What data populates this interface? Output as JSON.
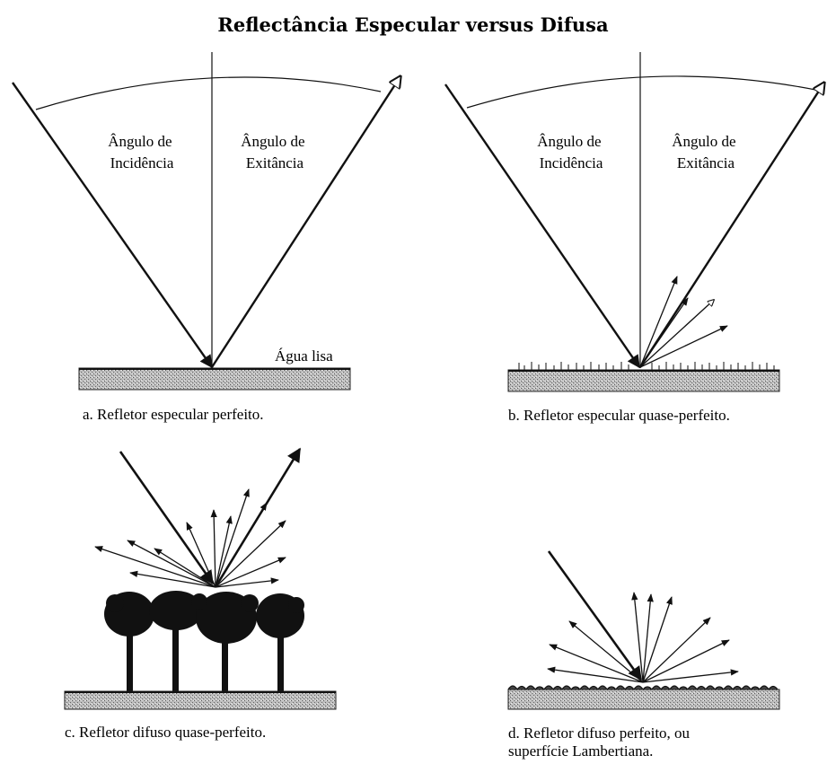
{
  "title": "Reflectância Especular versus Difusa",
  "panels": {
    "a": {
      "angle_incidence": [
        "Ângulo de",
        "Incidência"
      ],
      "angle_exitance": [
        "Ângulo de",
        "Exitância"
      ],
      "surface_label": "Água lisa",
      "caption": "a. Refletor especular perfeito."
    },
    "b": {
      "angle_incidence": [
        "Ângulo de",
        "Incidência"
      ],
      "angle_exitance": [
        "Ângulo de",
        "Exitância"
      ],
      "caption": "b. Refletor especular quase-perfeito."
    },
    "c": {
      "caption": "c. Refletor difuso quase-perfeito."
    },
    "d": {
      "caption": [
        "d. Refletor difuso perfeito, ou",
        "superfície Lambertiana."
      ]
    }
  }
}
